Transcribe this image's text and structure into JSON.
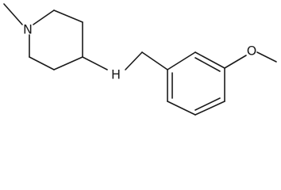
{
  "figure": {
    "type": "chemical-structure",
    "description_visible": ""
  },
  "atoms": [
    {
      "id": "N1",
      "label": "N"
    },
    {
      "id": "NH",
      "label": "H"
    },
    {
      "id": "NH_N",
      "label": "N"
    },
    {
      "id": "O",
      "label": "O"
    }
  ],
  "colors": {
    "bond": "#1a1a1a",
    "background": "#ffffff"
  }
}
